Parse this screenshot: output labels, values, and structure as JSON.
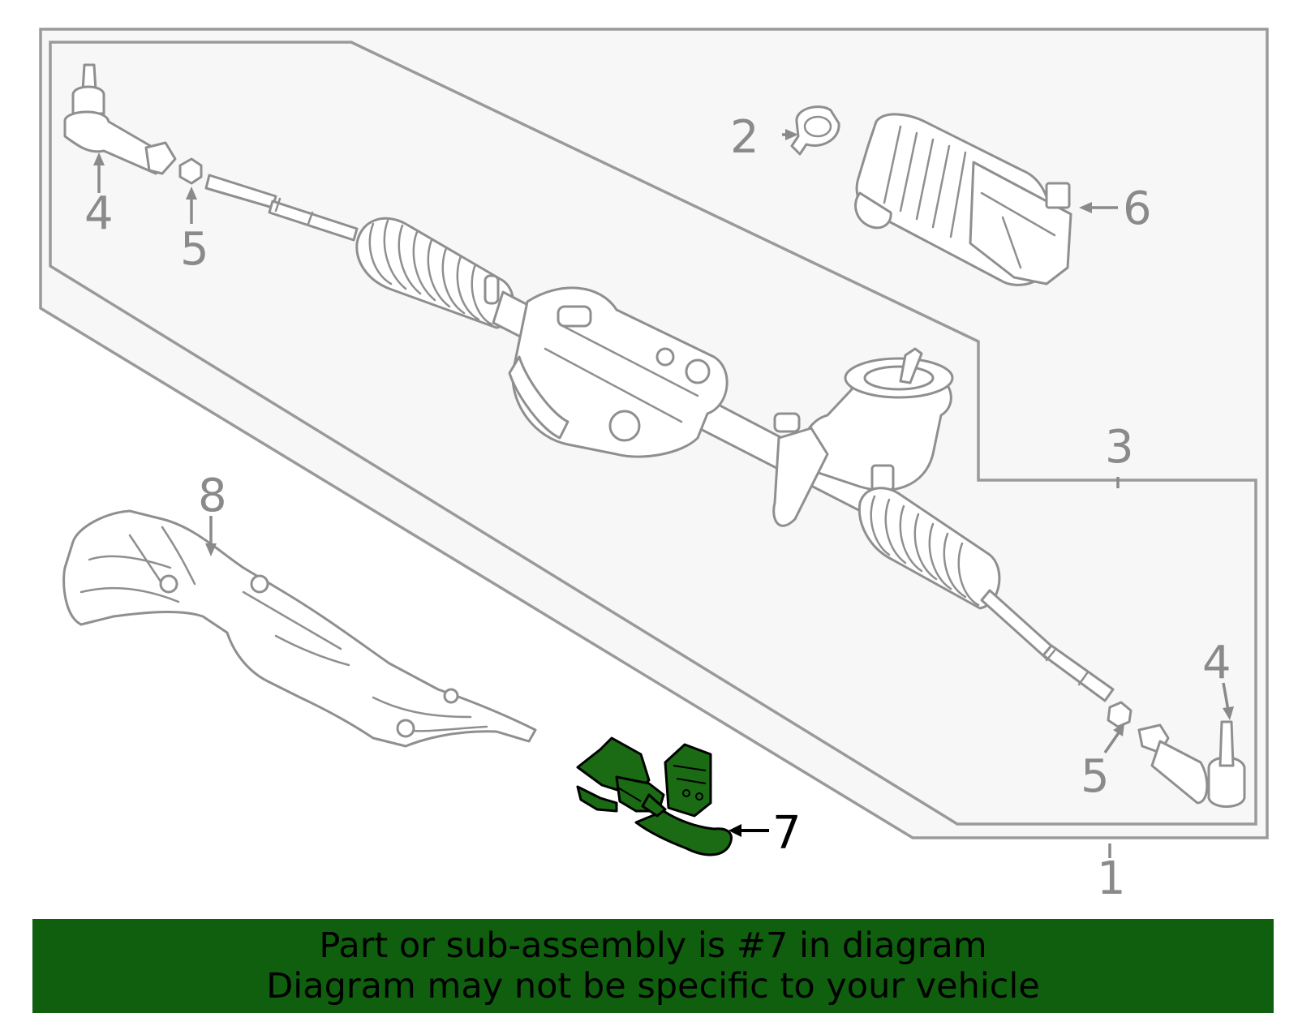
{
  "callouts": {
    "c1": "1",
    "c2": "2",
    "c3": "3",
    "c4_left": "4",
    "c4_right": "4",
    "c5_left": "5",
    "c5_right": "5",
    "c6": "6",
    "c7": "7",
    "c8": "8"
  },
  "highlight": {
    "part_number": "7",
    "color": "#1a6b14"
  },
  "banner": {
    "line1": "Part or sub-assembly is #7 in diagram",
    "line2": "Diagram may not be specific to your vehicle",
    "background": "#0f5f0f"
  },
  "colors": {
    "outline": "#8f8f8f",
    "box_fill": "#f7f7f7"
  }
}
